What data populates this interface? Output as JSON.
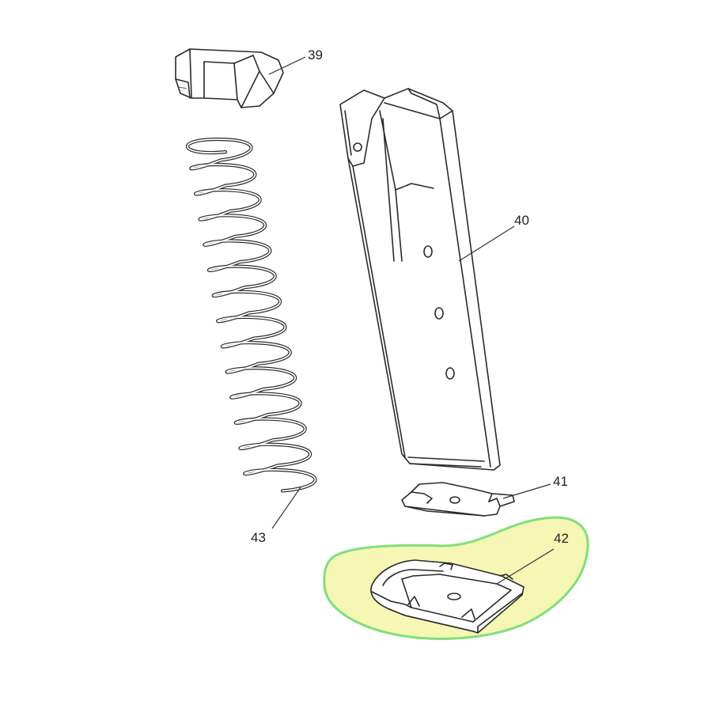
{
  "highlight": {
    "fill_color": "#f6f7b4",
    "stroke_color": "#7ee07a"
  },
  "callouts": {
    "part_39": "39",
    "part_40": "40",
    "part_41": "41",
    "part_42": "42",
    "part_43": "43"
  }
}
